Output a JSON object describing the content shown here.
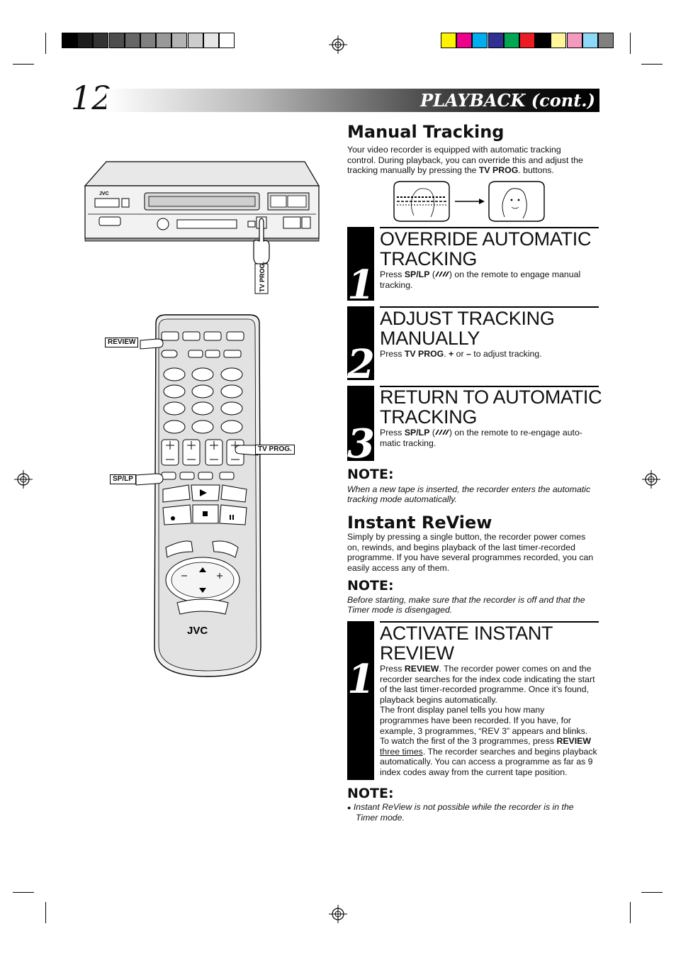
{
  "header": {
    "page_number": "12",
    "section_title": "PLAYBACK (cont.)"
  },
  "color_bar": {
    "grays": [
      "#000000",
      "#1c1c1c",
      "#333333",
      "#4d4d4d",
      "#666666",
      "#808080",
      "#999999",
      "#b3b3b3",
      "#cccccc",
      "#e6e6e6",
      "#ffffff"
    ],
    "colors": [
      "#fff200",
      "#ec008c",
      "#00aeef",
      "#2e3192",
      "#00a651",
      "#ed1c24",
      "#000000",
      "#fff799",
      "#f49ac1",
      "#8ed8f8",
      "#808080"
    ]
  },
  "manual_tracking": {
    "heading": "Manual Tracking",
    "intro_1": "Your video recorder is equipped with automatic tracking",
    "intro_2": "control. During playback, you can override this and adjust the",
    "intro_3a": "tracking manually by pressing the ",
    "intro_3b": "TV PROG",
    "intro_3c": ". buttons."
  },
  "steps_tracking": [
    {
      "number": "1",
      "title_1": "OVERRIDE AUTOMATIC",
      "title_2": "TRACKING",
      "text_1a": "Press ",
      "text_1b": "SP/LP",
      "text_1c": " (",
      "text_1d": ") on the remote to engage manual",
      "text_2": "tracking."
    },
    {
      "number": "2",
      "title_1": "ADJUST TRACKING",
      "title_2": "MANUALLY",
      "text_1a": "Press ",
      "text_1b": "TV PROG",
      "text_1c": ". ",
      "text_1d": "+",
      "text_1e": " or ",
      "text_1f": "–",
      "text_1g": " to adjust tracking."
    },
    {
      "number": "3",
      "title_1": "RETURN TO AUTOMATIC",
      "title_2": "TRACKING",
      "text_1a": "Press ",
      "text_1b": "SP/LP",
      "text_1c": " (",
      "text_1d": ") on the remote to re-engage auto-",
      "text_2": "matic tracking."
    }
  ],
  "note1": {
    "heading": "NOTE:",
    "line_1": "When a new tape is inserted, the recorder enters the automatic",
    "line_2": "tracking mode automatically."
  },
  "instant_review": {
    "heading": "Instant ReView",
    "line_1": "Simply by pressing a single button, the recorder power comes",
    "line_2": "on, rewinds, and begins playback of the last timer-recorded",
    "line_3": "programme. If you have several programmes recorded, you can",
    "line_4": "easily access any of them."
  },
  "note2": {
    "heading": "NOTE:",
    "line_1": "Before starting, make sure that the recorder is off and that the",
    "line_2": "Timer mode is disengaged."
  },
  "step_review": {
    "number": "1",
    "title_1": "ACTIVATE INSTANT",
    "title_2": "REVIEW",
    "l1a": "Press ",
    "l1b": "REVIEW",
    "l1c": ". The recorder power comes on and the",
    "l2": "recorder searches for the index code indicating the start",
    "l3": "of the last timer-recorded programme. Once it’s found,",
    "l4": "playback begins automatically.",
    "l5": "The front display panel tells you how many",
    "l6": "programmes have been recorded. If you have, for",
    "l7": "example, 3 programmes, “REV 3” appears and blinks.",
    "l8a": "To watch the first of the 3 programmes, press ",
    "l8b": "REVIEW",
    "l9a": "three times",
    "l9b": ". The recorder searches and begins playback",
    "l10": "automatically. You can access a programme as far as 9",
    "l11": "index codes away from the current tape position."
  },
  "note3": {
    "heading": "NOTE:",
    "bullet": "●",
    "line_1": "Instant ReView is not possible while the recorder is in the",
    "line_2": "Timer mode."
  },
  "illustration": {
    "vcr_brand": "JVC",
    "remote_brand": "JVC",
    "vcr_callout": "TV PROG.",
    "callout_review": "REVIEW",
    "callout_tvprog": "TV PROG.",
    "callout_splp": "SP/LP"
  }
}
